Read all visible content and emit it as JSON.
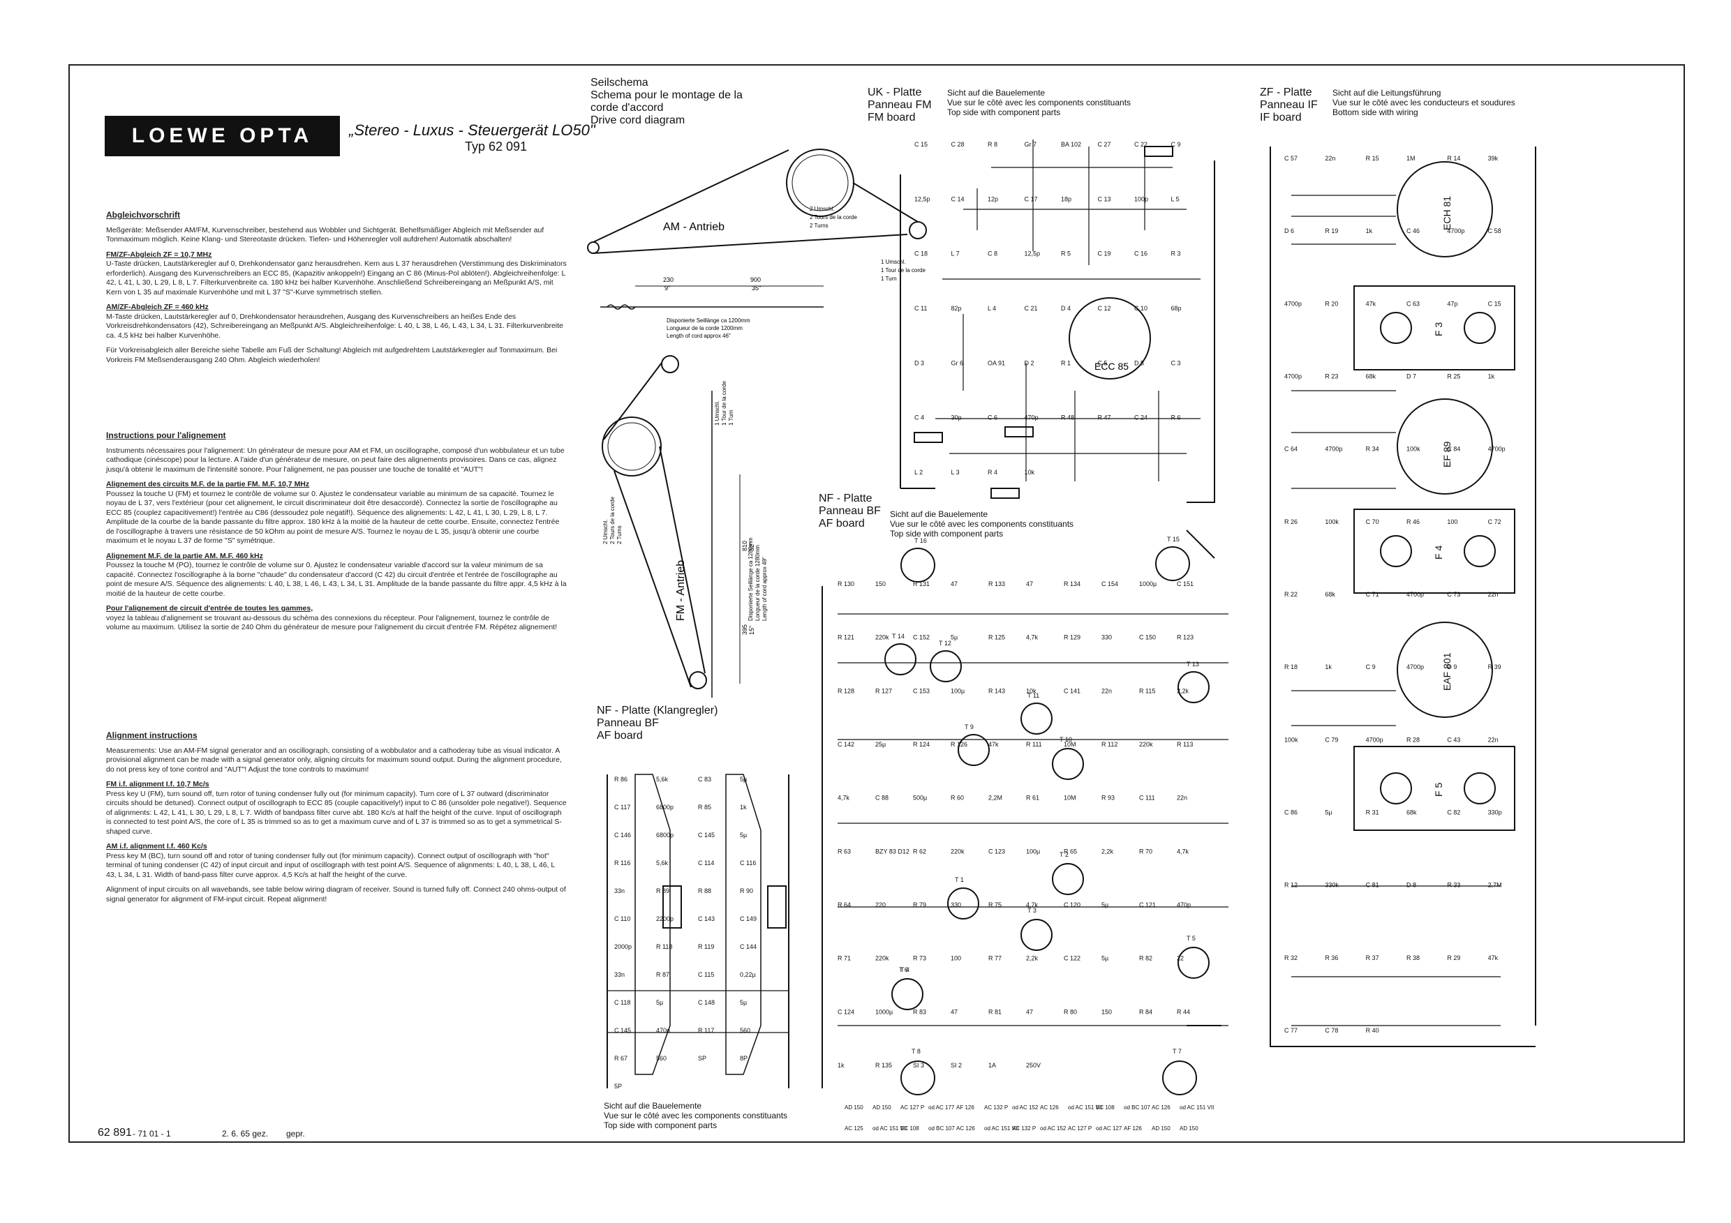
{
  "header": {
    "brand": "LOEWE OPTA",
    "model": "„Stereo - Luxus - Steuergerät LO50\"",
    "type": "Typ 62 091"
  },
  "alignment_de": {
    "title": "Abgleichvorschrift",
    "p1": "Meßgeräte: Meßsender AM/FM, Kurvenschreiber, bestehend aus Wobbler und Sichtgerät. Behelfsmäßiger Abgleich mit Meßsender auf Tonmaximum möglich. Keine Klang- und Stereotaste drücken. Tiefen- und Höhenregler voll aufdrehen! Automatik abschalten!",
    "fm_heading": "FM/ZF-Abgleich ZF = 10,7 MHz",
    "fm_text": "U-Taste drücken, Lautstärkeregler auf 0, Drehkondensator ganz herausdrehen. Kern aus L 37 herausdrehen (Verstimmung des Diskriminators erforderlich). Ausgang des Kurvenschreibers an ECC 85, (Kapazitiv ankoppeln!) Eingang an C 86 (Minus-Pol ablöten!). Abgleichreihenfolge: L 42, L 41, L 30, L 29, L 8, L 7. Filterkurvenbreite ca. 180 kHz bei halber Kurvenhöhe. Anschließend Schreibereingang an Meßpunkt A/S, mit Kern von L 35 auf maximale Kurvenhöhe und mit L 37 \"S\"-Kurve symmetrisch stellen.",
    "am_heading": "AM/ZF-Abgleich ZF = 460 kHz",
    "am_text": "M-Taste drücken, Lautstärkeregler auf 0, Drehkondensator herausdrehen, Ausgang des Kurvenschreibers an heißes Ende des Vorkreisdrehkondensators (42), Schreibereingang an Meßpunkt A/S. Abgleichreihenfolge: L 40, L 38, L 46, L 43, L 34, L 31. Filterkurvenbreite ca. 4,5 kHz bei halber Kurvenhöhe.",
    "vorkreis": "Für Vorkreisabgleich aller Bereiche siehe Tabelle am Fuß der Schaltung! Abgleich mit aufgedrehtem Lautstärkeregler auf Tonmaximum. Bei Vorkreis FM Meßsenderausgang 240 Ohm. Abgleich wiederholen!"
  },
  "alignment_fr": {
    "title": "Instructions pour l'alignement",
    "p1": "Instruments nécessaires pour l'alignement: Un générateur de mesure pour AM et FM, un oscillographe, composé d'un wobbulateur et un tube cathodique (cinéscope) pour la lecture. A l'aide d'un générateur de mesure, on peut faire des alignements provisoires. Dans ce cas, alignez jusqu'à obtenir le maximum de l'intensité sonore. Pour l'alignement, ne pas pousser une touche de tonalité et \"AUT\"!",
    "fm_heading": "Alignement des circuits M.F. de la partie FM. M.F. 10,7 MHz",
    "fm_text": "Poussez la touche U (FM) et tournez le contrôle de volume sur 0. Ajustez le condensateur variable au minimum de sa capacité. Tournez le noyau de L 37, vers l'extérieur (pour cet alignement, le circuit discriminateur doit être desaccordé). Connectez la sortie de l'oscillographe au ECC 85 (couplez capacitivement!) l'entrée au C86 (dessoudez pole negatif!). Séquence des alignements: L 42, L 41, L 30, L 29, L 8, L 7. Amplitude de la courbe de la bande passante du filtre approx. 180 kHz à la moitié de la hauteur de cette courbe. Ensuite, connectez l'entrée de l'oscillographe à travers une résistance de 50 kOhm au point de mesure A/S. Tournez le noyau de L 35, jusqu'à obtenir une courbe maximum et le noyau L 37 de forme \"S\" symétrique.",
    "am_heading": "Alignement M.F. de la partie AM. M.F. 460 kHz",
    "am_text": "Poussez la touche M (PO), tournez le contrôle de volume sur 0. Ajustez le condensateur variable d'accord sur la valeur minimum de sa capacité. Connectez l'oscillographe à la borne \"chaude\" du condensateur d'accord (C 42) du circuit d'entrée et l'entrée de l'oscillographe au point de mesure A/S. Séquence des alignements: L 40, L 38, L 46, L 43, L 34, L 31. Amplitude de la bande passante du filtre appr. 4,5 kHz à la moitié de la hauteur de cette courbe.",
    "range_heading": "Pour l'alignement de circuit d'entrée de toutes les gammes,",
    "range_text": "voyez la tableau d'alignement se trouvant au-dessous du schéma des connexions du récepteur. Pour l'alignement, tournez le contrôle de volume au maximum. Utilisez la sortie de 240 Ohm du générateur de mesure pour l'alignement du circuit d'entrée FM. Répétez alignement!"
  },
  "alignment_en": {
    "title": "Alignment instructions",
    "p1": "Measurements: Use an AM-FM signal generator and an oscillograph, consisting of a wobbulator and a cathoderay tube as visual indicator. A provisional alignment can be made with a signal generator only, aligning circuits for maximum sound output. During the alignment procedure, do not press key of tone control and \"AUT\"! Adjust the tone controls to maximum!",
    "fm_heading": "FM i.f. alignment I.f. 10,7 Mc/s",
    "fm_text": "Press key U (FM), turn sound off, turn rotor of tuning condenser fully out (for minimum capacity). Turn core of L 37 outward (discriminator circuits should be detuned). Connect output of oscillograph to ECC 85 (couple capacitively!) input to C 86 (unsolder pole negative!). Sequence of alignments: L 42, L 41, L 30, L 29, L 8, L 7. Width of bandpass filter curve abt. 180 Kc/s at half the height of the curve. Input of oscillograph is connected to test point A/S, the core of L 35 is trimmed so as to get a maximum curve and of L 37 is trimmed so as to get a symmetrical S-shaped curve.",
    "am_heading": "AM i.f. alignment I.f. 460 Kc/s",
    "am_text": "Press key M (BC), turn sound off and rotor of tuning condenser fully out (for minimum capacity). Connect output of oscillograph with \"hot\" terminal of tuning condenser (C 42) of input circuit and input of oscillograph with test point A/S. Sequence of alignments: L 40, L 38, L 46, L 43, L 34, L 31. Width of band-pass filter curve approx. 4,5 Kc/s at half the height of the curve.",
    "final": "Alignment of input circuits on all wavebands, see table below wiring diagram of receiver. Sound is turned fully off. Connect 240 ohms-output of signal generator for alignment of FM-input circuit. Repeat alignment!"
  },
  "drive_cord": {
    "title_lines": [
      "Seilschema",
      "Schema pour le montage de la",
      "corde d'accord",
      "Drive cord diagram"
    ],
    "am_label": "AM - Antrieb",
    "fm_label": "FM - Antrieb",
    "am_turns": [
      "2 Umschl.",
      "2 Tours de la corde",
      "2 Turns"
    ],
    "am_turn1": [
      "1 Umschl.",
      "1 Tour de la corde",
      "1 Turn"
    ],
    "dim_230": "230",
    "dim_230b": "9\"",
    "dim_900": "900",
    "dim_900b": "35\"",
    "am_length": [
      "Disponierte Seillänge ca 1200mm",
      "Longueur de la corde 1200mm",
      "Length of cord approx 46\""
    ],
    "fm_turn1": [
      "1 Umschl.",
      "1 Tour de la corde",
      "1 Turn"
    ],
    "fm_turns2": [
      "2 Umschl.",
      "2 Tours de la corde",
      "2 Turns"
    ],
    "fm_length": [
      "Disponierte Seillänge ca 1280mm",
      "Longueur de la corde 1280mm",
      "Length of cord approx 49\""
    ],
    "fm_dim1": "810",
    "fm_dim1b": "32\"",
    "fm_dim2": "395",
    "fm_dim2b": "15\""
  },
  "uk_board": {
    "title_lines": [
      "UK - Platte",
      "Panneau FM",
      "FM board"
    ],
    "desc_lines": [
      "Sicht auf die Bauelemente",
      "Vue sur le côté avec les components constituants",
      "Top side with component parts"
    ],
    "tube": "ECC 85",
    "labels": [
      "C 15",
      "C 28",
      "R 8",
      "Gr 7",
      "BA 102",
      "C 27",
      "C 22",
      "C 9",
      "12,5p",
      "C 14",
      "12p",
      "C 17",
      "18p",
      "C 13",
      "100p",
      "L 5",
      "C 18",
      "L 7",
      "C 8",
      "12,5p",
      "R 5",
      "C 19",
      "C 16",
      "R 3",
      "C 11",
      "82p",
      "L 4",
      "C 21",
      "D 4",
      "C 12",
      "C 10",
      "68p",
      "D 3",
      "Gr 6",
      "OA 91",
      "D 2",
      "R 1",
      "C 5",
      "D 5",
      "C 3",
      "C 4",
      "30p",
      "C 6",
      "470p",
      "R 48",
      "R 47",
      "C 24",
      "R 6",
      "L 2",
      "L 3",
      "R 4",
      "10k"
    ]
  },
  "zf_board": {
    "title_lines": [
      "ZF - Platte",
      "Panneau IF",
      "IF board"
    ],
    "desc_lines": [
      "Sicht auf die Leitungsführung",
      "Vue sur le côté avec les conducteurs et soudures",
      "Bottom side with wiring"
    ],
    "tubes": [
      "ECH 81",
      "EF 89",
      "EAF 801"
    ],
    "filters": [
      "F 3",
      "F 4",
      "F 5"
    ],
    "labels": [
      "C 57",
      "22n",
      "R 15",
      "1M",
      "R 14",
      "39k",
      "D 6",
      "R 19",
      "1k",
      "C 46",
      "4700p",
      "C 58",
      "4700p",
      "R 20",
      "47k",
      "C 63",
      "47p",
      "C 15",
      "4700p",
      "R 23",
      "68k",
      "D 7",
      "R 25",
      "1k",
      "C 64",
      "4700p",
      "R 34",
      "100k",
      "C 84",
      "4700p",
      "R 26",
      "100k",
      "C 70",
      "R 46",
      "100",
      "C 72",
      "R 22",
      "68k",
      "C 71",
      "4700p",
      "C 73",
      "22n",
      "R 18",
      "1k",
      "C 9",
      "4700p",
      "D 9",
      "R 39",
      "100k",
      "C 79",
      "4700p",
      "R 28",
      "C 43",
      "22n",
      "C 86",
      "5µ",
      "R 31",
      "68k",
      "C 82",
      "330p",
      "R 12",
      "330k",
      "C 81",
      "D 8",
      "R 33",
      "2,7M",
      "R 32",
      "R 36",
      "R 37",
      "R 38",
      "R 29",
      "47k",
      "C 77",
      "C 78",
      "R 40"
    ]
  },
  "nf_board": {
    "title_lines": [
      "NF - Platte",
      "Panneau BF",
      "AF board"
    ],
    "desc_lines": [
      "Sicht auf die Bauelemente",
      "Vue sur le côté avec les components constituants",
      "Top side with component parts"
    ],
    "transistors": [
      "T 16",
      "T 15",
      "T 14",
      "T 12",
      "T 13",
      "T 11",
      "T 10",
      "T 9",
      "T 8",
      "T 1",
      "T 2",
      "T 3",
      "T 4",
      "T 5",
      "T 6",
      "T 7"
    ],
    "types": [
      "AD 150",
      "AD 150",
      "AC 127 P",
      "od AC 177",
      "AF 126",
      "AC 132 P",
      "od AC 152",
      "AC 126",
      "od AC 151 VII",
      "BC 108",
      "od BC 107",
      "AC 126",
      "od AC 151 VII",
      "AC 125",
      "od AC 151 VII",
      "BC 108",
      "od BC 107",
      "AC 126",
      "od AC 151 VII",
      "AC 132 P",
      "od AC 152",
      "AC 127 P",
      "od AC 127",
      "AF 126",
      "AD 150",
      "AD 150"
    ],
    "labels": [
      "R 130",
      "150",
      "R 131",
      "47",
      "R 133",
      "47",
      "R 134",
      "C 154",
      "1000µ",
      "C 151",
      "R 121",
      "220k",
      "C 152",
      "5µ",
      "R 125",
      "4,7k",
      "R 129",
      "330",
      "C 150",
      "R 123",
      "R 128",
      "R 127",
      "C 153",
      "100µ",
      "R 143",
      "10k",
      "C 141",
      "22n",
      "R 115",
      "2,2k",
      "C 142",
      "25µ",
      "R 124",
      "R 126",
      "47k",
      "R 111",
      "10M",
      "R 112",
      "220k",
      "R 113",
      "4,7k",
      "C 88",
      "500µ",
      "R 60",
      "2,2M",
      "R 61",
      "10M",
      "R 93",
      "C 111",
      "22n",
      "R 63",
      "BZY 83 D12",
      "R 62",
      "220k",
      "C 123",
      "100µ",
      "R 65",
      "2,2k",
      "R 70",
      "4,7k",
      "R 64",
      "220",
      "R 79",
      "330",
      "R 75",
      "4,7k",
      "C 120",
      "5µ",
      "C 121",
      "470p",
      "R 71",
      "220k",
      "R 73",
      "100",
      "R 77",
      "2,2k",
      "C 122",
      "5µ",
      "R 82",
      "22",
      "C 124",
      "1000µ",
      "R 83",
      "47",
      "R 81",
      "47",
      "R 80",
      "150",
      "R 84",
      "R 44",
      "1k",
      "R 135",
      "SI 3",
      "SI 2",
      "1A",
      "250V"
    ]
  },
  "nf_klang": {
    "title_lines": [
      "NF - Platte (Klangregler)",
      "Panneau BF",
      "AF board"
    ],
    "desc_lines": [
      "Sicht auf die Bauelemente",
      "Vue sur le côté avec les components constituants",
      "Top side with component parts"
    ],
    "labels": [
      "R 86",
      "5,6k",
      "C 83",
      "5µ",
      "C 117",
      "6800p",
      "R 85",
      "1k",
      "C 146",
      "6800p",
      "C 145",
      "5µ",
      "R 116",
      "5,6k",
      "C 114",
      "C 116",
      "33n",
      "R 89",
      "R 88",
      "R 90",
      "C 110",
      "2200p",
      "C 143",
      "C 149",
      "2000p",
      "R 118",
      "R 119",
      "C 144",
      "33n",
      "R 87",
      "C 115",
      "0,22µ",
      "C 118",
      "5µ",
      "C 148",
      "5µ",
      "C 145",
      "470p",
      "R 117",
      "560",
      "R 67",
      "560",
      "SP",
      "8P",
      "5P"
    ]
  },
  "footer": {
    "doc_number": "62 891",
    "revision": "- 71 01 - 1",
    "date": "2. 6. 65 gez.",
    "gepr": "gepr."
  }
}
